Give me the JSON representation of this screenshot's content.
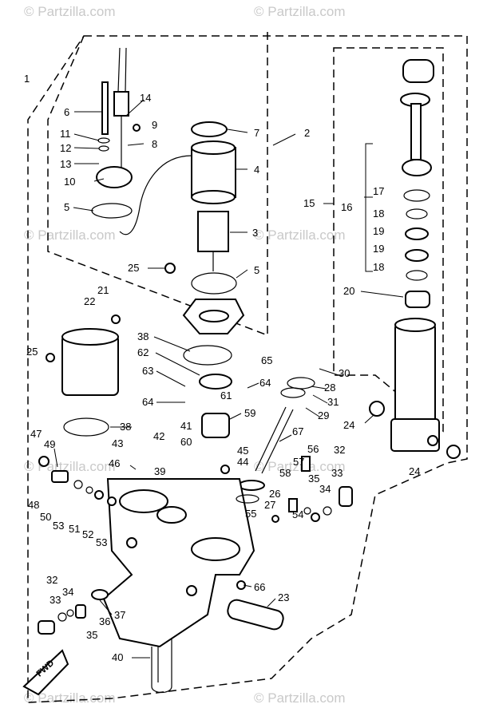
{
  "watermark": "© Partzilla.com",
  "fwd_label": "FWD",
  "callouts": [
    "1",
    "2",
    "3",
    "4",
    "5",
    "5",
    "6",
    "7",
    "8",
    "9",
    "10",
    "11",
    "12",
    "13",
    "14",
    "15",
    "16",
    "17",
    "18",
    "19",
    "19",
    "18",
    "20",
    "21",
    "22",
    "25",
    "25",
    "38",
    "62",
    "63",
    "64",
    "64",
    "65",
    "61",
    "59",
    "41",
    "42",
    "43",
    "60",
    "45",
    "44",
    "67",
    "30",
    "28",
    "31",
    "29",
    "24",
    "24",
    "56",
    "32",
    "57",
    "33",
    "35",
    "58",
    "34",
    "26",
    "27",
    "55",
    "54",
    "46",
    "39",
    "47",
    "49",
    "48",
    "50",
    "53",
    "51",
    "52",
    "53",
    "38",
    "40",
    "66",
    "23",
    "32",
    "33",
    "34",
    "35",
    "36",
    "37"
  ]
}
